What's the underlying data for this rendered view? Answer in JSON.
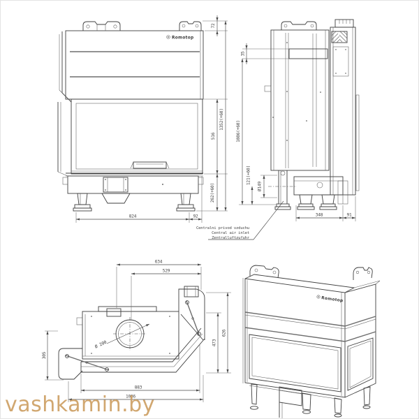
{
  "brand": {
    "logo_text": "Romotop"
  },
  "watermark": {
    "text": "vashkamin.by",
    "color": "#cb9b5c"
  },
  "colors": {
    "line": "#3f3f3f",
    "dimension": "#4a4a4a",
    "background": "#ffffff"
  },
  "front_view": {
    "dims": {
      "bracket_height": "72",
      "glass_height": "516",
      "total_height": "1352(+60)",
      "base_height": "262(+60)",
      "width": "824",
      "right_offset": "92"
    }
  },
  "side_view": {
    "dims": {
      "top_offset": "35",
      "height": "1086(+60)",
      "inlet_height": "121(+60)",
      "inlet_diameter": "Ø149",
      "depth": "348",
      "rear_offset": "91"
    },
    "air_inlet_note": {
      "cz": "Centralni privod vzduchu",
      "en": "Central air inlet",
      "de": "Zentralluftzufuhr"
    }
  },
  "plan_view": {
    "dims": {
      "top_width": "634",
      "flue_center": "529",
      "depth_inner": "473",
      "depth_outer": "626",
      "left_depth": "305",
      "front_width": "883",
      "overall_width": "1036",
      "flue_diameter": "Ø 200"
    }
  }
}
